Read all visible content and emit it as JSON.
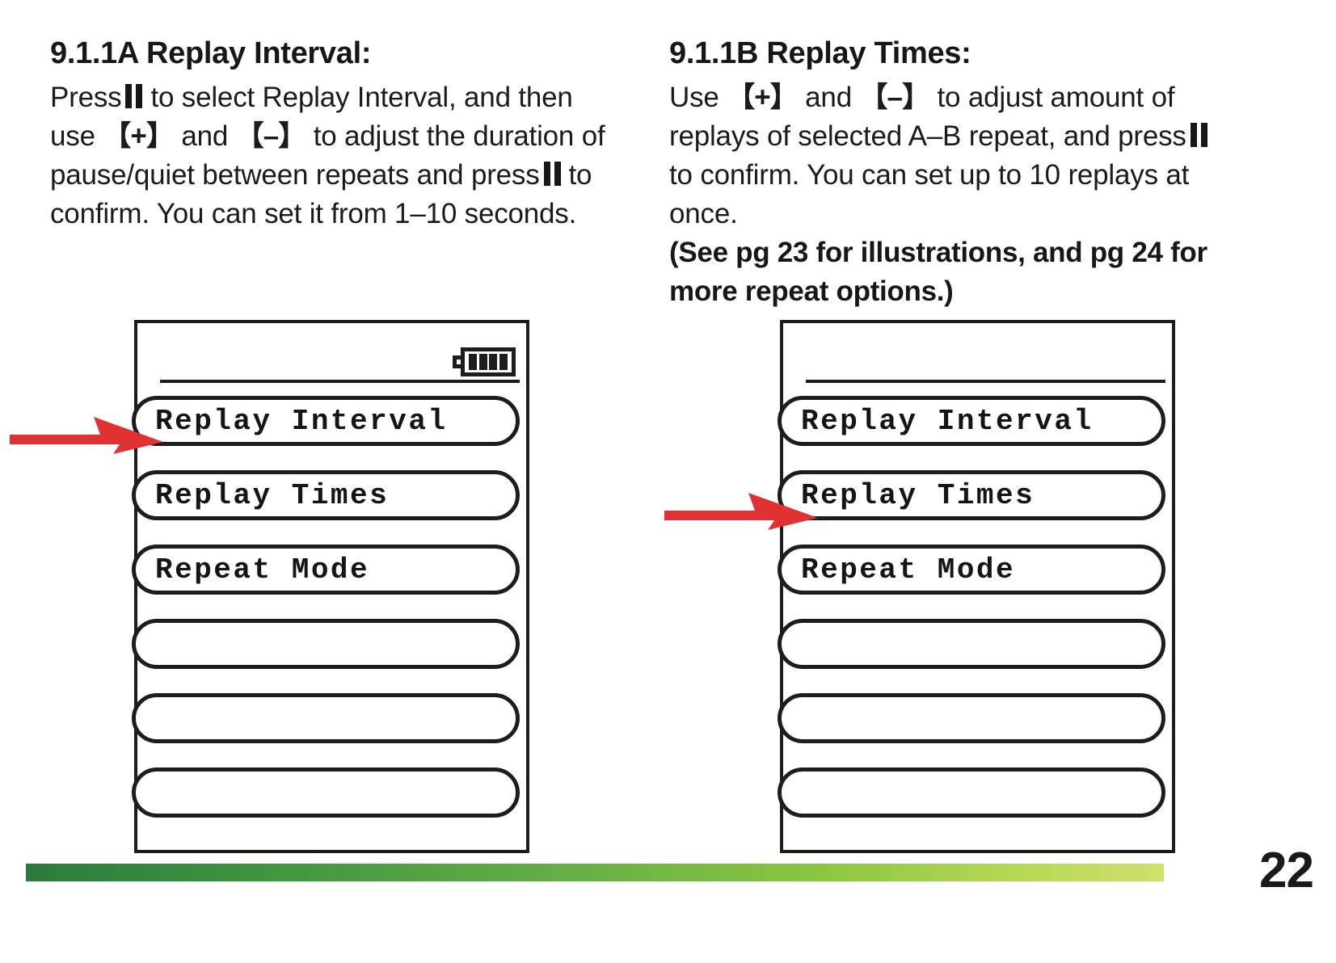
{
  "page": {
    "number": "22",
    "footer_gradient_start": "#2b7a3c",
    "footer_gradient_end": "#cde06b",
    "arrow_color": "#e03232"
  },
  "left_column": {
    "heading": "9.1.1A Replay Interval:",
    "paragraph": {
      "part1": "Press",
      "part2": "to select Replay Interval, and then use",
      "key_plus": "【+】",
      "and": "and",
      "key_minus": "【–】",
      "part3": "to adjust the duration of pause/quiet between repeats and press",
      "part4": "to confirm. You can set it from 1–10 seconds."
    }
  },
  "right_column": {
    "heading": "9.1.1B Replay Times:",
    "paragraph": {
      "part1": "Use",
      "key_plus": "【+】",
      "and": "and",
      "key_minus": "【–】",
      "part2": "to adjust amount of replays of selected A–B repeat, and press",
      "part3": "to confirm. You can set up to 10 replays at once."
    },
    "note": "(See pg 23 for illustrations, and pg 24 for more repeat options.)"
  },
  "device_left": {
    "battery": {
      "cells": 4,
      "label": "battery-full"
    },
    "menu_items": [
      {
        "label": "Replay Interval",
        "highlighted": true
      },
      {
        "label": "Replay Times",
        "highlighted": false
      },
      {
        "label": "Repeat Mode",
        "highlighted": false
      },
      {
        "label": "",
        "highlighted": false
      },
      {
        "label": "",
        "highlighted": false
      },
      {
        "label": "",
        "highlighted": false
      }
    ]
  },
  "device_right": {
    "battery": null,
    "menu_items": [
      {
        "label": "Replay Interval",
        "highlighted": false
      },
      {
        "label": "Replay Times",
        "highlighted": true
      },
      {
        "label": "Repeat Mode",
        "highlighted": false
      },
      {
        "label": "",
        "highlighted": false
      },
      {
        "label": "",
        "highlighted": false
      },
      {
        "label": "",
        "highlighted": false
      }
    ]
  },
  "annotations": {
    "arrow_left_target": "Replay Interval",
    "arrow_right_target": "Replay Times"
  }
}
